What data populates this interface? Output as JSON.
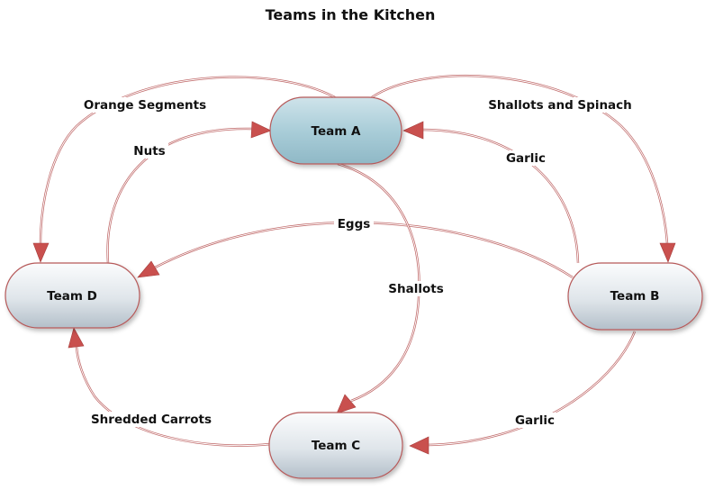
{
  "title": "Teams in the Kitchen",
  "nodes": {
    "team_a": "Team A",
    "team_b": "Team B",
    "team_c": "Team C",
    "team_d": "Team D"
  },
  "edges": [
    {
      "from": "Team A",
      "to": "Team D",
      "label": "Orange Segments"
    },
    {
      "from": "Team A",
      "to": "Team B",
      "label": "Shallots and Spinach"
    },
    {
      "from": "Team D",
      "to": "Team A",
      "label": "Nuts"
    },
    {
      "from": "Team B",
      "to": "Team A",
      "label": "Garlic"
    },
    {
      "from": "Team B",
      "to": "Team D",
      "label": "Eggs"
    },
    {
      "from": "Team A",
      "to": "Team C",
      "label": "Shallots"
    },
    {
      "from": "Team C",
      "to": "Team D",
      "label": "Shredded Carrots"
    },
    {
      "from": "Team B",
      "to": "Team C",
      "label": "Garlic"
    }
  ]
}
